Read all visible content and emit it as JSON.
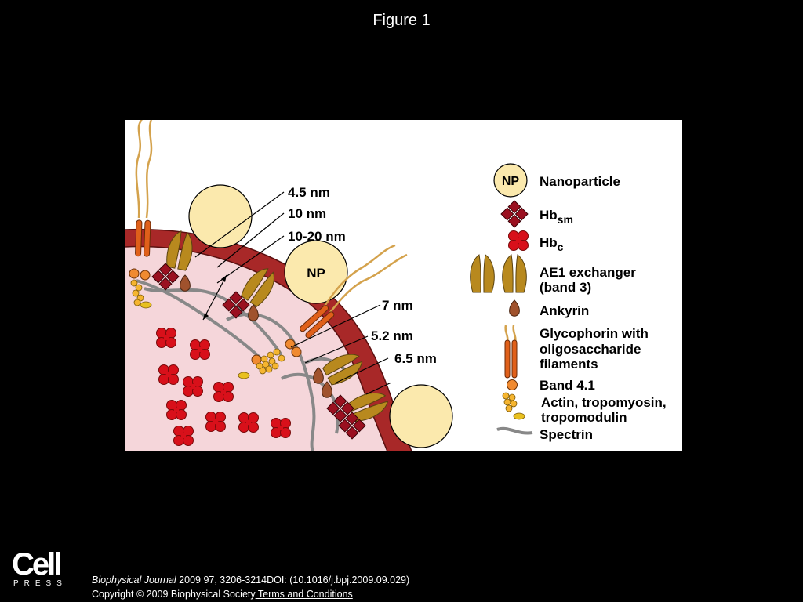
{
  "slide": {
    "title": "Figure 1"
  },
  "diagram": {
    "measurements": [
      "4.5 nm",
      "10 nm",
      "10-20 nm",
      "7 nm",
      "5.2 nm",
      "6.5 nm"
    ],
    "np_label": "NP",
    "legend": {
      "np_badge": "NP",
      "nanoparticle": "Nanoparticle",
      "hbsm_base": "Hb",
      "hbsm_sub": "sm",
      "hbc_base": "Hb",
      "hbc_sub": "c",
      "ae1_line1": "AE1 exchanger",
      "ae1_line2": "(band 3)",
      "ankyrin": "Ankyrin",
      "glyco_line1": "Glycophorin with",
      "glyco_line2": "oligosaccharide",
      "glyco_line3": "filaments",
      "band41": "Band 4.1",
      "actin_line1": "Actin, tropomyosin,",
      "actin_line2": "tropomodulin",
      "spectrin": "Spectrin"
    },
    "colors": {
      "nanoparticle": "#fbe9ad",
      "membrane": "#a82828",
      "cytoplasm": "#f5d6da",
      "hemoglobin": "#d8101a",
      "band3": "#b8891e",
      "ankyrin": "#a0522d",
      "glycophorin": "#e0601a",
      "filament": "#d4a24c",
      "band41": "#f08a30",
      "actin": "#f5b530",
      "spectrin": "#888888"
    }
  },
  "footer": {
    "logo_word": "Cell",
    "logo_sub": "PRESS",
    "journal": "Biophysical Journal",
    "citation_rest": " 2009 97, 3206-3214DOI: (10.1016/j.bpj.2009.09.029)",
    "copyright": "Copyright © 2009 Biophysical Society",
    "terms_link": " Terms and Conditions"
  }
}
